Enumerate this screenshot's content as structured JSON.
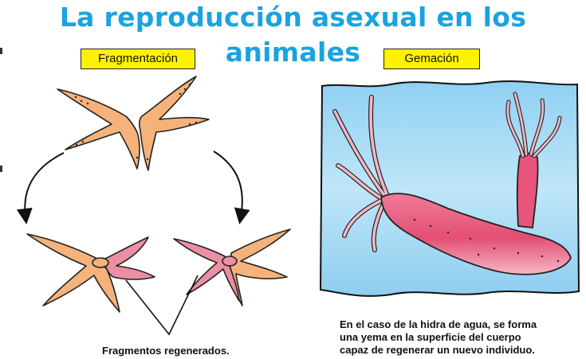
{
  "title": "La reproducción asexual en los animales",
  "sections": {
    "fragmentation": {
      "label": "Fragmentación",
      "caption": "Fragmentos regenerados."
    },
    "budding": {
      "label": "Gemación",
      "caption_lines": [
        "En el caso de la hidra de agua, se forma",
        "una yema en la superficie del cuerpo",
        "capaz de regenerar un nuevo individuo."
      ]
    }
  },
  "colors": {
    "title": "#1aa3e0",
    "label_bg": "#fff200",
    "starfish_orange": "#f5b27a",
    "regenerated_pink": "#ec8fa3",
    "water_blue": "#a9dcf5",
    "hydra_body": "#e8557a",
    "tentacle_pink": "#f2b7c5"
  }
}
